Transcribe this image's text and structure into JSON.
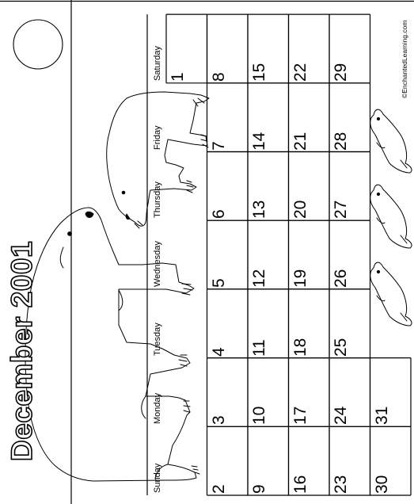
{
  "calendar": {
    "title": "December 2001",
    "credit": "©EnchantedLearning.com",
    "weekdays": [
      "Sunday",
      "Monday",
      "Tuesday",
      "Wednesday",
      "Thursday",
      "Friday",
      "Saturday"
    ],
    "weeks": [
      [
        "",
        "",
        "",
        "",
        "",
        "",
        "1"
      ],
      [
        "2",
        "3",
        "4",
        "5",
        "6",
        "7",
        "8"
      ],
      [
        "9",
        "10",
        "11",
        "12",
        "13",
        "14",
        "15"
      ],
      [
        "16",
        "17",
        "18",
        "19",
        "20",
        "21",
        "22"
      ],
      [
        "23",
        "24",
        "25",
        "26",
        "27",
        "28",
        "29"
      ],
      [
        "30",
        "31",
        "",
        "",
        "",
        "",
        ""
      ]
    ]
  },
  "illustration": {
    "moon": "circle-outline",
    "adult_bear": "polar-bear-outline",
    "cub_bear": "polar-bear-cub-outline",
    "pups": [
      "seal-pup-outline",
      "seal-pup-outline",
      "seal-pup-outline"
    ]
  }
}
